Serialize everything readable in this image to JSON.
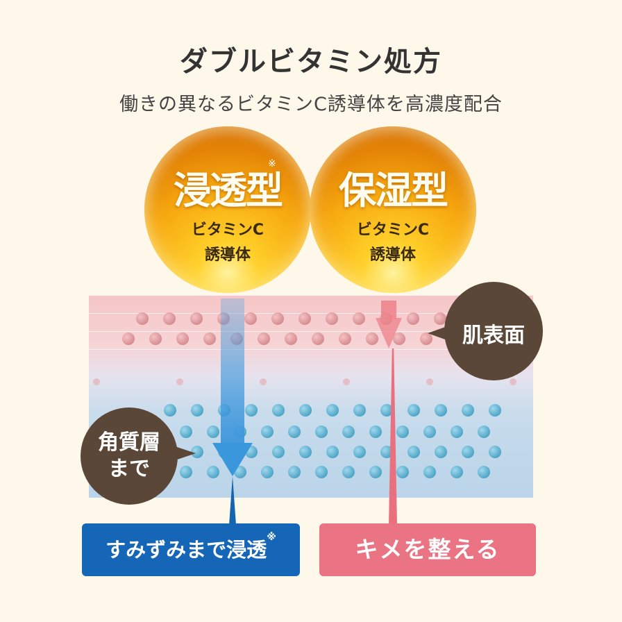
{
  "header": {
    "title": "ダブルビタミン処方",
    "subtitle": "働きの異なるビタミンC誘導体を高濃度配合"
  },
  "orbs": [
    {
      "title": "浸透型",
      "mark": "※",
      "line1": "ビタミンC",
      "line2": "誘導体"
    },
    {
      "title": "保湿型",
      "line1": "ビタミンC",
      "line2": "誘導体"
    }
  ],
  "labels": {
    "skin_surface": "肌表面",
    "stratum_line1": "角質層",
    "stratum_line2": "まで"
  },
  "buttons": {
    "penetrate": "すみずみまで浸透",
    "penetrate_mark": "※",
    "texture": "キメを整える"
  },
  "colors": {
    "orb": "#f7a80f",
    "blue_button": "#1566b6",
    "pink_button": "#ea7484",
    "bubble": "#5b4738"
  }
}
